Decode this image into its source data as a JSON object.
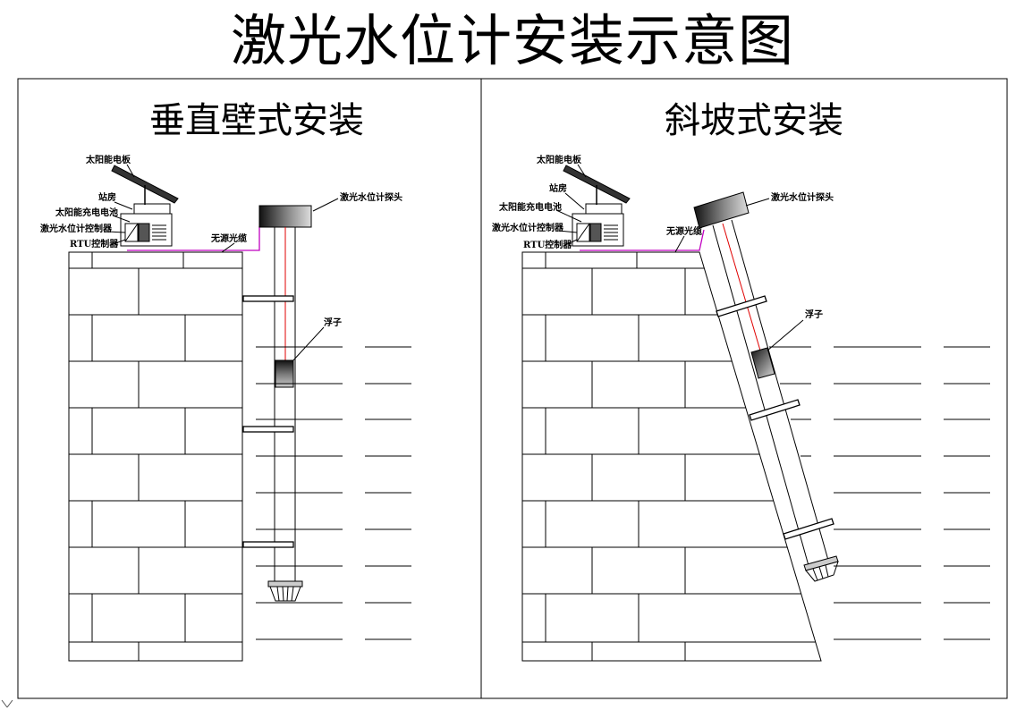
{
  "title": "激光水位计安装示意图",
  "panels": [
    {
      "title": "垂直壁式安装",
      "labels": {
        "solar_panel": "太阳能电板",
        "station_house": "站房",
        "solar_battery": "太阳能充电电池",
        "controller": "激光水位计控制器",
        "rtu": "RTU控制器",
        "cable": "无源光缆",
        "probe": "激光水位计探头",
        "float": "浮子"
      }
    },
    {
      "title": "斜坡式安装",
      "labels": {
        "solar_panel": "太阳能电板",
        "station_house": "站房",
        "solar_battery": "太阳能充电电池",
        "controller": "激光水位计控制器",
        "rtu": "RTU控制器",
        "cable": "无源光缆",
        "probe": "激光水位计探头",
        "float": "浮子"
      }
    }
  ],
  "colors": {
    "cable": "#c000c0",
    "laser": "#e00000",
    "stroke": "#000000"
  }
}
